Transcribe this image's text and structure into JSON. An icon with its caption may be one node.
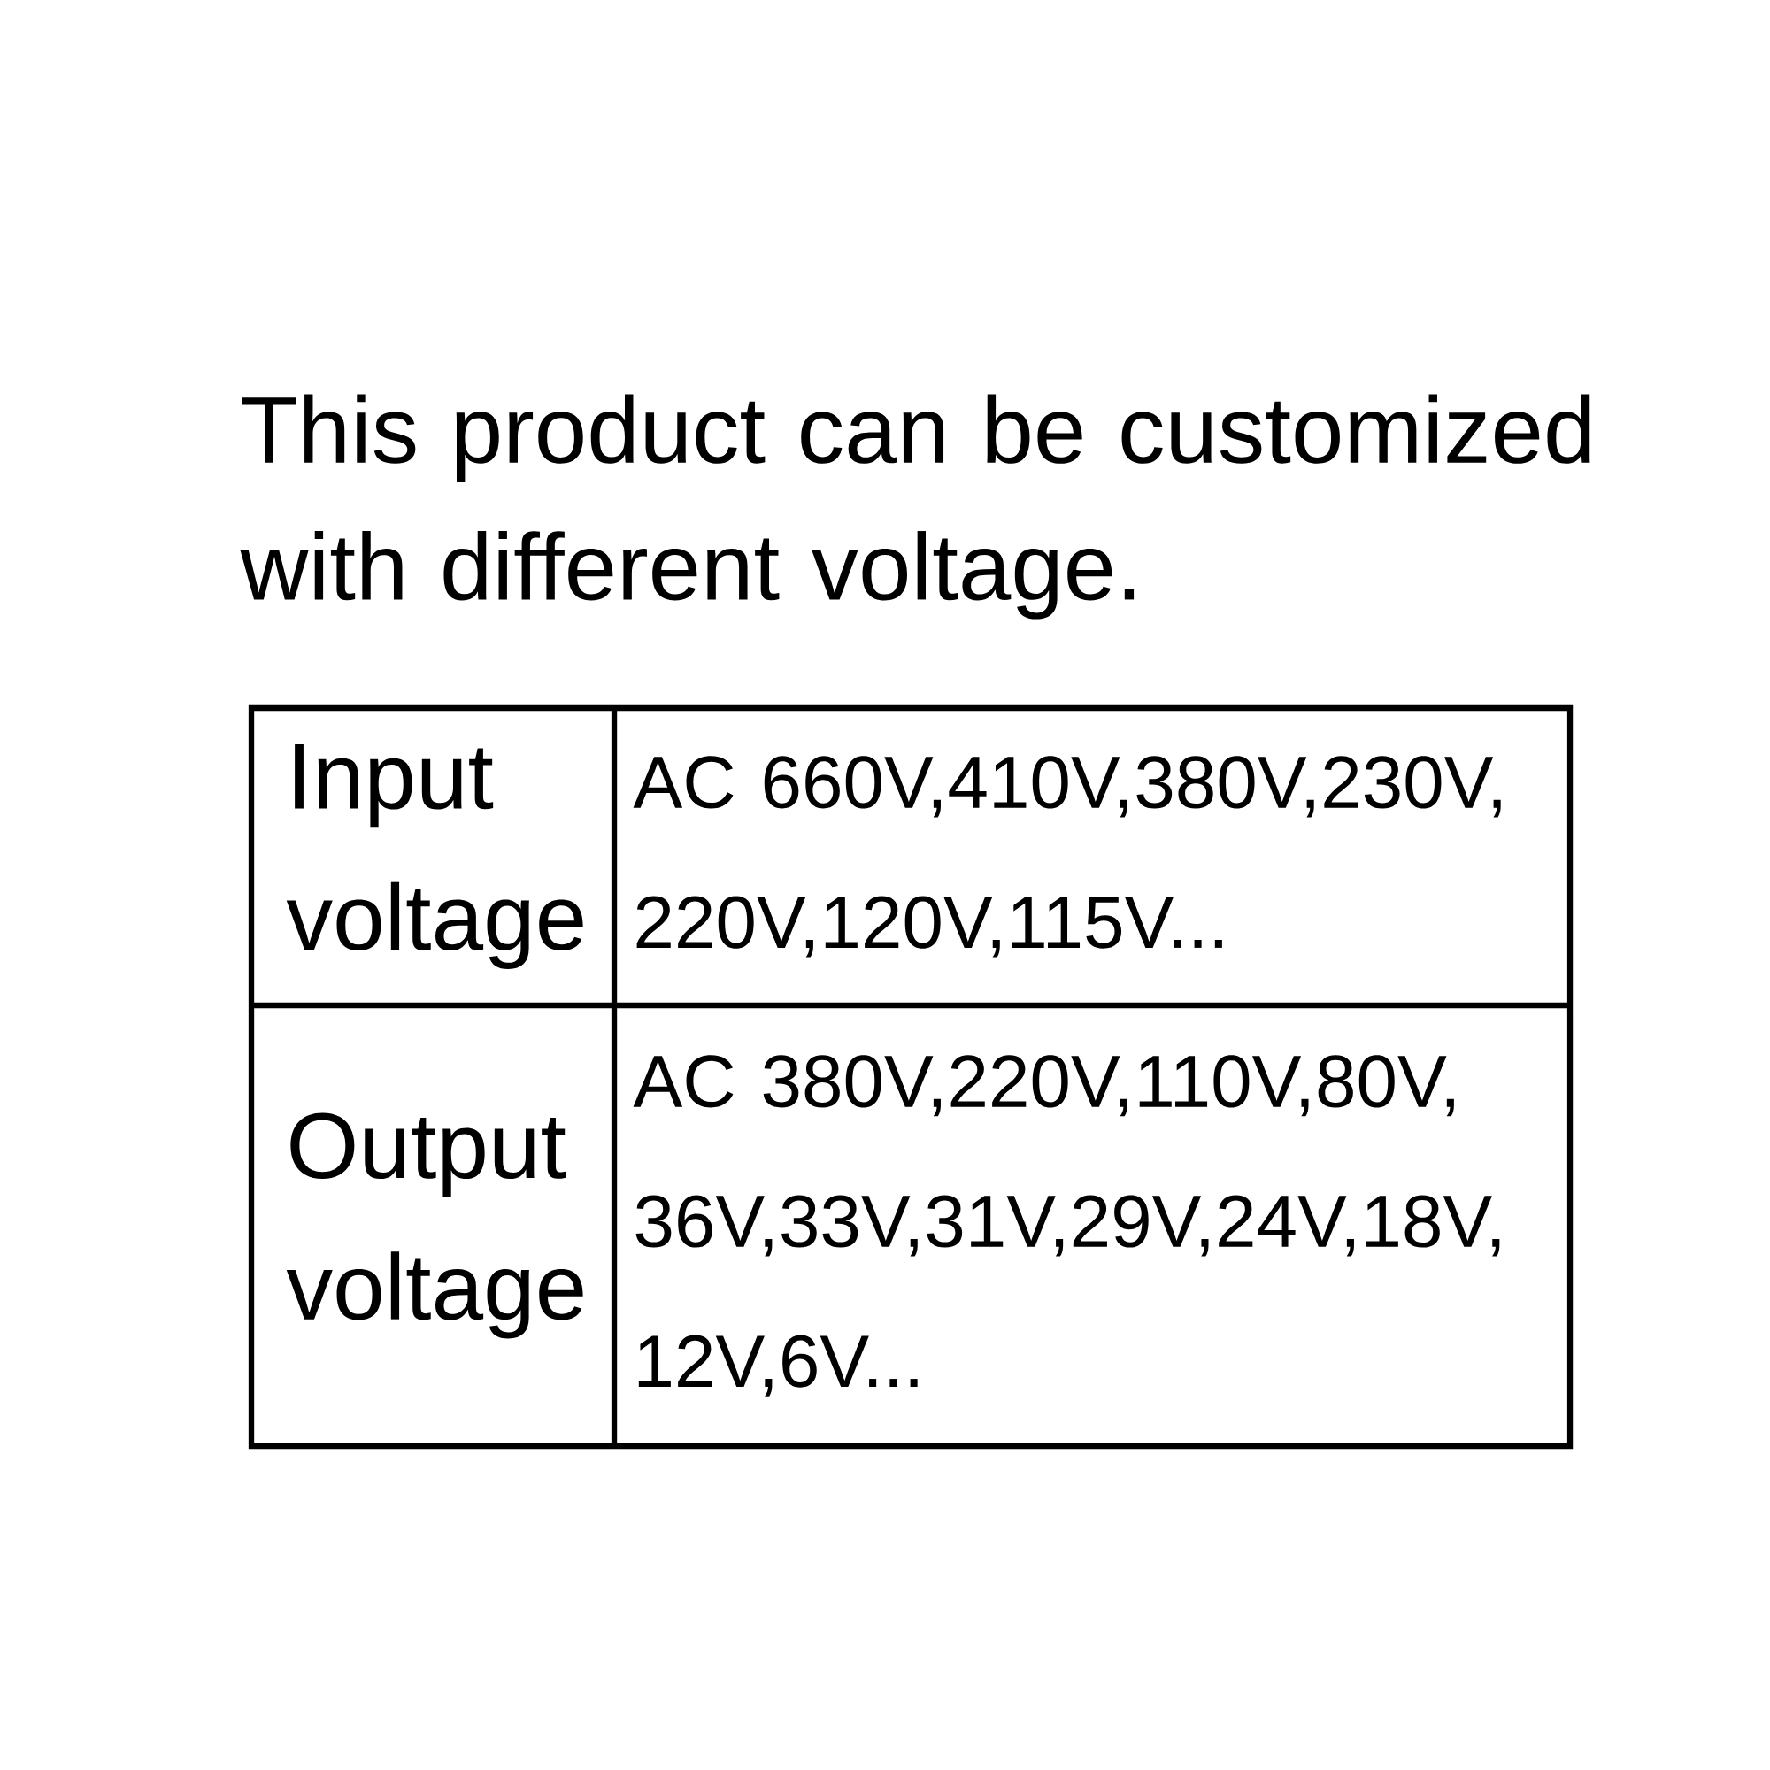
{
  "diagram": {
    "title": "This product can be customized with different voltage.",
    "labels": [
      "Input voltage",
      "AC 660V,410V,380V,230V, 220V,120V,115V...",
      "Output voltage",
      "AC 380V,220V,110V,80V, 36V,33V,31V,29V,24V,18V, 12V,6V..."
    ]
  }
}
